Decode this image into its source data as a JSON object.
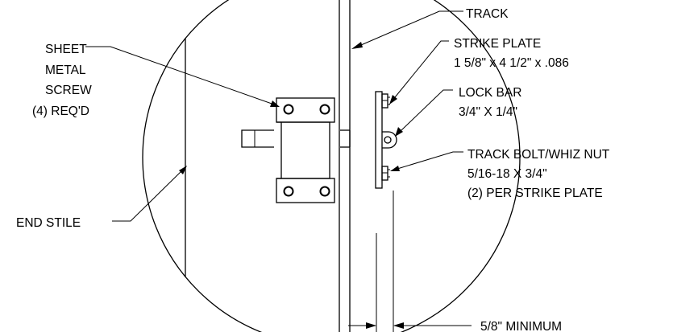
{
  "labels": {
    "track": "TRACK",
    "sheet_metal_screw": [
      "SHEET",
      "METAL",
      "SCREW",
      "(4) REQ'D"
    ],
    "strike_plate": [
      "STRIKE PLATE",
      "1 5/8\" x 4 1/2\" x .086"
    ],
    "lock_bar": [
      "LOCK BAR",
      "3/4\" X 1/4\""
    ],
    "track_bolt": [
      "TRACK BOLT/WHIZ NUT",
      "5/16-18 X 3/4\"",
      "(2) PER STRIKE PLATE"
    ],
    "end_stile": "END STILE",
    "minimum": "5/8\" MINIMUM"
  }
}
